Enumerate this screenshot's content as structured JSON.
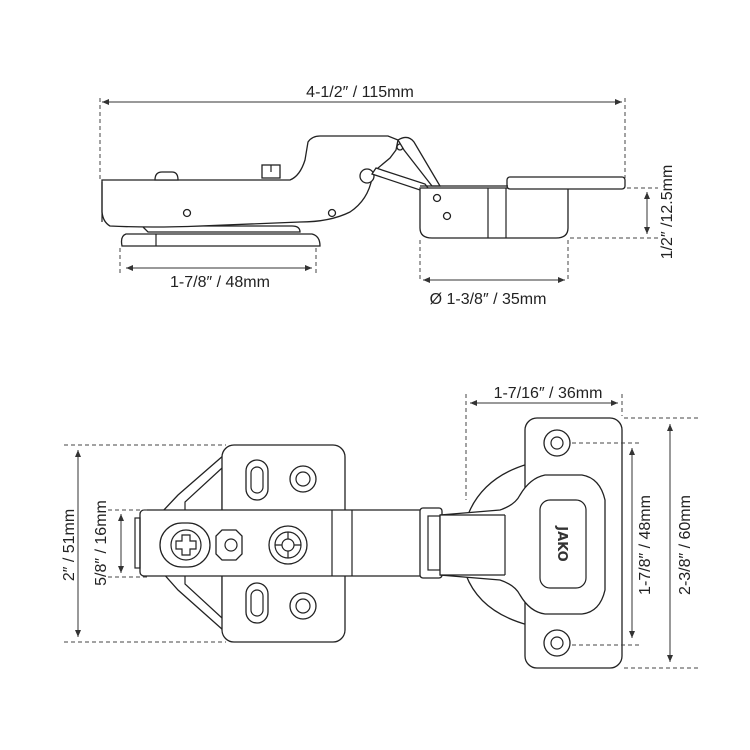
{
  "side_view": {
    "overall_length": "4-1/2″ / 115mm",
    "base_length": "1-7/8″ / 48mm",
    "cup_diameter": "Ø 1-3/8″ / 35mm",
    "cup_depth": "1/2″ /12.5mm"
  },
  "top_view": {
    "plate_height": "2″ / 51mm",
    "arm_width": "5/8″ / 16mm",
    "cup_offset": "1-7/16″ / 36mm",
    "hole_spacing": "1-7/8″ / 48mm",
    "wing_height": "2-3/8″ / 60mm",
    "logo": "JAKO"
  }
}
